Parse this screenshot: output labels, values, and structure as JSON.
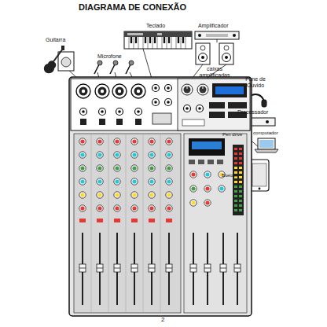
{
  "diagram": {
    "title": "DIAGRAMA DE CONEXÃO",
    "labels": [
      "Teclado",
      "Amplificador",
      "Guitarra",
      "Microfone",
      "caixas amplificadas",
      "Fone de Ouvido",
      "Processador",
      "Pen drive",
      "computador",
      "Bluetooth",
      "2"
    ]
  }
}
